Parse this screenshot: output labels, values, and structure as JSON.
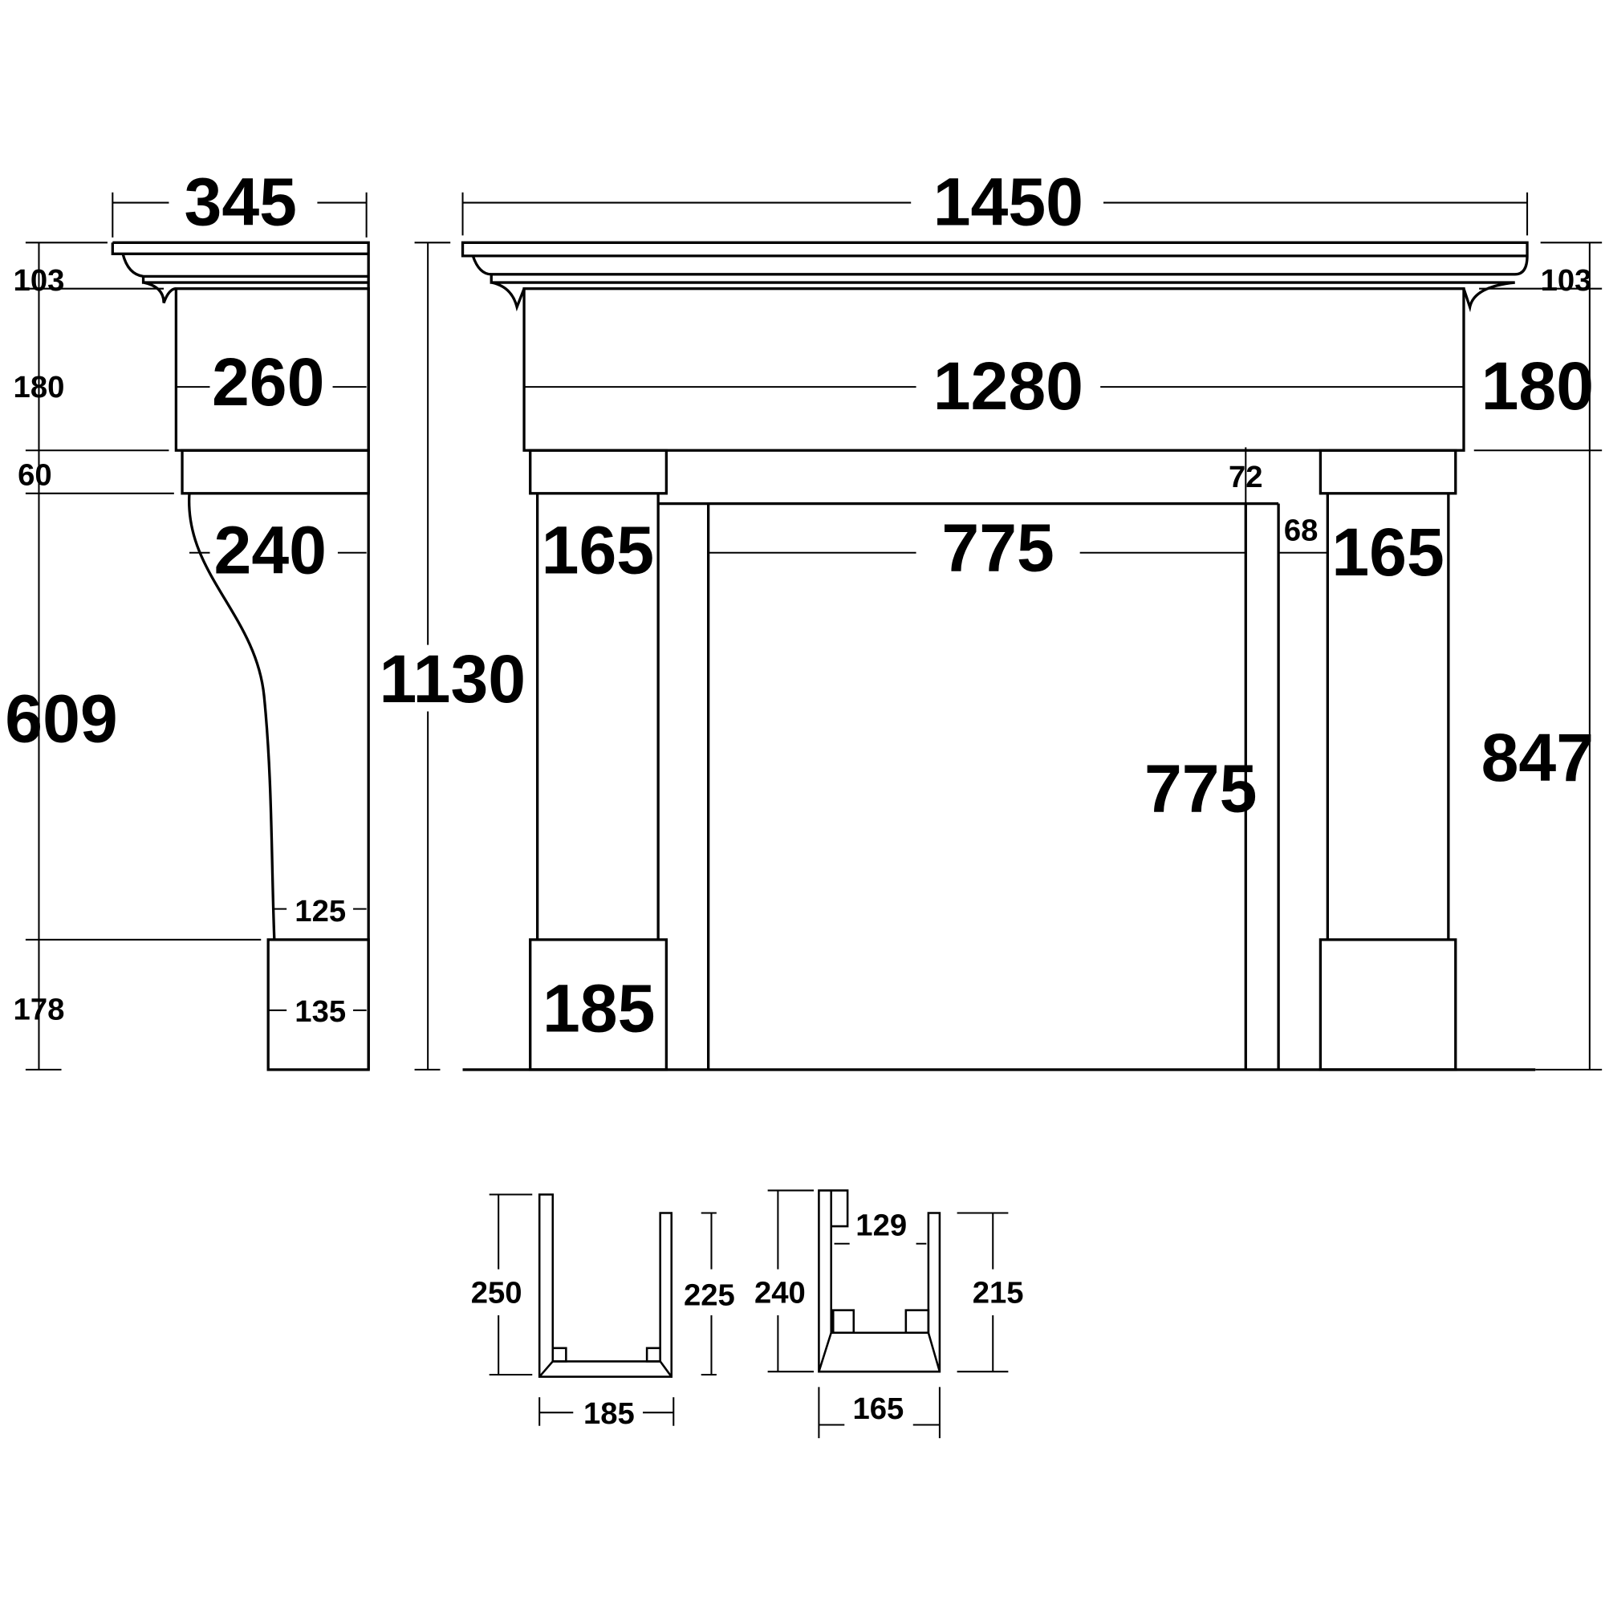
{
  "side_view": {
    "depth_top": "345",
    "frieze_depth": "260",
    "corbel_depth": "240",
    "corbel_base": "125",
    "plinth_depth": "135",
    "h_cornice": "103",
    "h_frieze": "180",
    "h_capital": "60",
    "h_corbel": "609",
    "h_plinth": "178"
  },
  "overall_height": "1130",
  "front_view": {
    "total_width": "1450",
    "frieze_width": "1280",
    "opening_width": "775",
    "pilaster_left": "165",
    "pilaster_right": "165",
    "slip": "68",
    "plinth_width": "185",
    "lintel_gap": "72",
    "opening_height": "775",
    "right_cornice": "103",
    "right_frieze": "180",
    "leg_height": "847"
  },
  "sections": {
    "a": {
      "left_h": "250",
      "right_h": "225",
      "width": "185"
    },
    "b": {
      "left_h": "240",
      "right_h": "215",
      "inner": "129",
      "width": "165"
    }
  }
}
